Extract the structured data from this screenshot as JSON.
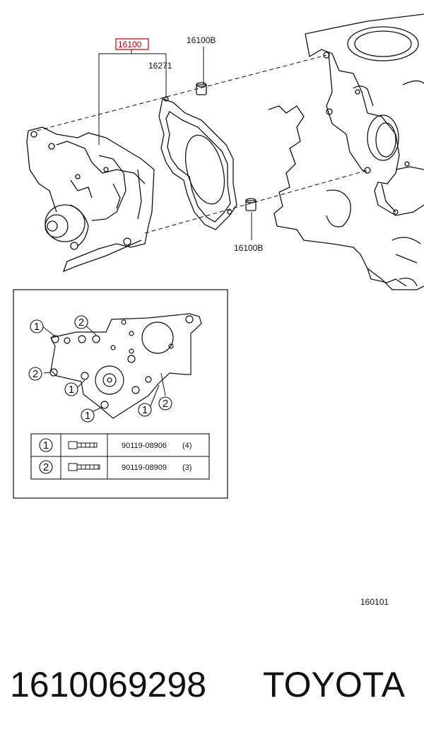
{
  "callouts": {
    "pump": "16100",
    "gasket": "16271",
    "pin_top": "16100B",
    "pin_bottom": "16100B"
  },
  "bolt_table": {
    "rows": [
      {
        "marker": "1",
        "part_no": "90119-08906",
        "qty": "(4)"
      },
      {
        "marker": "2",
        "part_no": "90119-08909",
        "qty": "(3)"
      }
    ]
  },
  "inset_markers": [
    "1",
    "2",
    "2",
    "1",
    "1",
    "1",
    "2"
  ],
  "ref_code": "160101",
  "footer": {
    "part_number": "1610069298",
    "brand": "TOYOTA"
  },
  "colors": {
    "highlight": "#c00000",
    "line": "#111111"
  }
}
